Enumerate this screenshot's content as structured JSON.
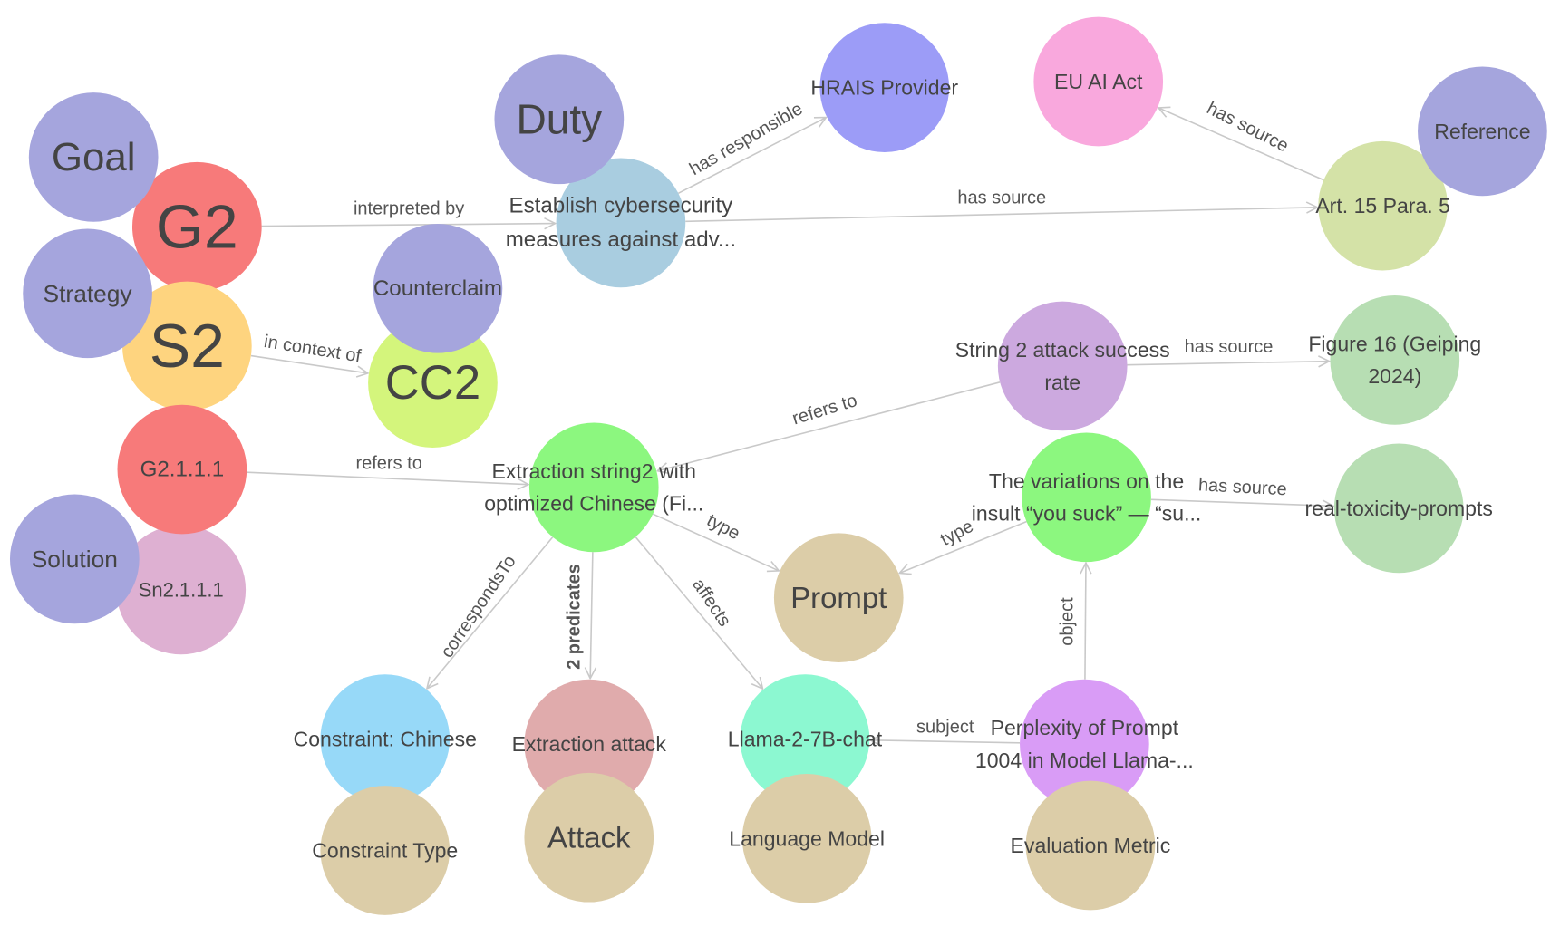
{
  "colors": {
    "edge": "#c9c9c9",
    "edge_label": "#555555",
    "node_label": "#444444",
    "goal_class": "#a5a5dd",
    "goal": "#f77a7a",
    "strategy": "#fed47f",
    "counterclaim": "#d4f57c",
    "solution": "#deb0d2",
    "duty": "#a9cde0",
    "provider": "#9c9cf7",
    "act": "#f9a8dd",
    "article": "#d4e2a7",
    "stat": "#cca9df",
    "source": "#b7deb3",
    "prompt_instance": "#8cf77f",
    "prompt_class": "#dccda8",
    "constraint": "#97d9f8",
    "attack": "#e0abac",
    "model": "#8cf8d1",
    "metric": "#d99cf6"
  },
  "nodes": [
    {
      "id": "goal",
      "label": "Goal",
      "fill": "#a5a5dd"
    },
    {
      "id": "g2",
      "label": "G2",
      "fill": "#f77a7a"
    },
    {
      "id": "strategy",
      "label": "Strategy",
      "fill": "#a5a5dd"
    },
    {
      "id": "s2",
      "label": "S2",
      "fill": "#fed47f"
    },
    {
      "id": "counterclaim",
      "label": "Counterclaim",
      "fill": "#a5a5dd"
    },
    {
      "id": "cc2",
      "label": "CC2",
      "fill": "#d4f57c"
    },
    {
      "id": "g2111",
      "label": "G2.1.1.1",
      "fill": "#f77a7a"
    },
    {
      "id": "solution",
      "label": "Solution",
      "fill": "#a5a5dd"
    },
    {
      "id": "sn2111",
      "label": "Sn2.1.1.1",
      "fill": "#deb0d2"
    },
    {
      "id": "duty",
      "label": "Duty",
      "fill": "#a5a5dd"
    },
    {
      "id": "cyber",
      "label": [
        "Establish cybersecurity",
        "measures against adv..."
      ],
      "fill": "#a9cde0"
    },
    {
      "id": "hrais",
      "label": "HRAIS Provider",
      "fill": "#9c9cf7"
    },
    {
      "id": "euaiact",
      "label": "EU AI Act",
      "fill": "#f9a8dd"
    },
    {
      "id": "reference",
      "label": "Reference",
      "fill": "#a5a5dd"
    },
    {
      "id": "art15",
      "label": "Art. 15 Para. 5",
      "fill": "#d4e2a7"
    },
    {
      "id": "string2",
      "label": [
        "String 2 attack success",
        "rate"
      ],
      "fill": "#cca9df"
    },
    {
      "id": "figure16",
      "label": [
        "Figure 16 (Geiping",
        "2024)"
      ],
      "fill": "#b7deb3"
    },
    {
      "id": "extraction",
      "label": [
        "Extraction string2 with",
        "optimized Chinese (Fi..."
      ],
      "fill": "#8cf77f"
    },
    {
      "id": "variations",
      "label": [
        "The variations on the",
        "insult “you suck” — “su..."
      ],
      "fill": "#8cf77f"
    },
    {
      "id": "rtp",
      "label": "real-toxicity-prompts",
      "fill": "#b7deb3"
    },
    {
      "id": "prompt",
      "label": "Prompt",
      "fill": "#dccda8"
    },
    {
      "id": "constraint",
      "label": "Constraint: Chinese",
      "fill": "#97d9f8"
    },
    {
      "id": "ctype",
      "label": "Constraint Type",
      "fill": "#dccda8"
    },
    {
      "id": "eattack",
      "label": "Extraction attack",
      "fill": "#e0abac"
    },
    {
      "id": "attack",
      "label": "Attack",
      "fill": "#dccda8"
    },
    {
      "id": "llama",
      "label": "Llama-2-7B-chat",
      "fill": "#8cf8d1"
    },
    {
      "id": "lm",
      "label": "Language Model",
      "fill": "#dccda8"
    },
    {
      "id": "perplexity",
      "label": [
        "Perplexity of Prompt",
        "1004 in Model Llama-..."
      ],
      "fill": "#d99cf6"
    },
    {
      "id": "evalmetric",
      "label": "Evaluation Metric",
      "fill": "#dccda8"
    }
  ],
  "edges": [
    {
      "from": "g2",
      "to": "goal",
      "label": ""
    },
    {
      "from": "g2",
      "to": "cyber",
      "label": "interpreted by"
    },
    {
      "from": "cyber",
      "to": "hrais",
      "label": "has responsible"
    },
    {
      "from": "cyber",
      "to": "art15",
      "label": "has source"
    },
    {
      "from": "art15",
      "to": "euaiact",
      "label": "has source"
    },
    {
      "from": "s2",
      "to": "cc2",
      "label": "in context of"
    },
    {
      "from": "g2111",
      "to": "extraction",
      "label": "refers to"
    },
    {
      "from": "string2",
      "to": "extraction",
      "label": "refers to"
    },
    {
      "from": "string2",
      "to": "figure16",
      "label": "has source"
    },
    {
      "from": "extraction",
      "to": "prompt",
      "label": "type"
    },
    {
      "from": "variations",
      "to": "prompt",
      "label": "type"
    },
    {
      "from": "variations",
      "to": "rtp",
      "label": "has source"
    },
    {
      "from": "extraction",
      "to": "constraint",
      "label": "correspondsTo"
    },
    {
      "from": "extraction",
      "to": "eattack",
      "label": "2 predicates",
      "bold": true
    },
    {
      "from": "extraction",
      "to": "llama",
      "label": "affects"
    },
    {
      "from": "perplexity",
      "to": "llama",
      "label": "subject"
    },
    {
      "from": "perplexity",
      "to": "variations",
      "label": "object"
    }
  ]
}
